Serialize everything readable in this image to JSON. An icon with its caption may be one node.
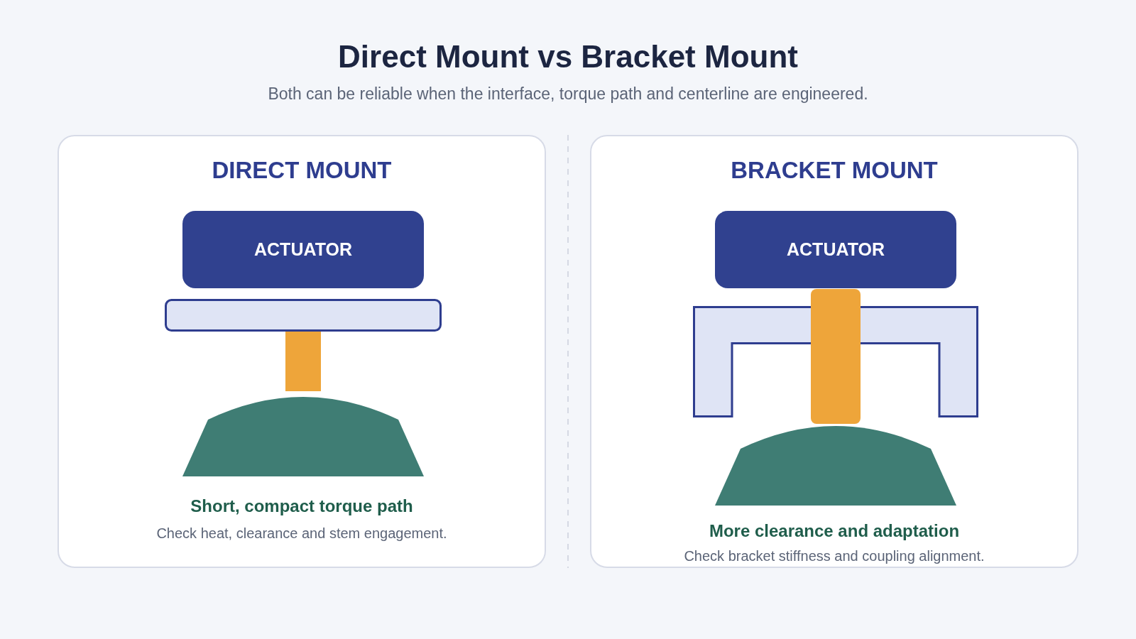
{
  "diagram": {
    "title": "Direct Mount vs Bracket Mount",
    "nodes": [
      {
        "text": [
          "DIRECT MOUNT",
          "Short, compact torque path",
          "Check heat, clearance and stem engagement."
        ]
      },
      {
        "text": [
          "ACTUATOR"
        ],
        "in": 0
      },
      {
        "text": [],
        "shape": "bar",
        "in": 0
      },
      {
        "text": [],
        "shape": "bar",
        "in": 0
      },
      {
        "text": [],
        "shape": "dome",
        "in": 0
      },
      {
        "text": [
          "BRACKET MOUNT",
          "More clearance and adaptation",
          "Check bracket stiffness and coupling alignment."
        ]
      },
      {
        "text": [
          "ACTUATOR"
        ],
        "in": 5
      },
      {
        "text": [],
        "shape": "bracket",
        "in": 5
      },
      {
        "text": [],
        "shape": "bar",
        "in": 5
      },
      {
        "text": [],
        "shape": "dome",
        "in": 5
      }
    ],
    "labels": [
      "Both can be reliable when the interface, torque path and centerline are engineered."
    ]
  }
}
